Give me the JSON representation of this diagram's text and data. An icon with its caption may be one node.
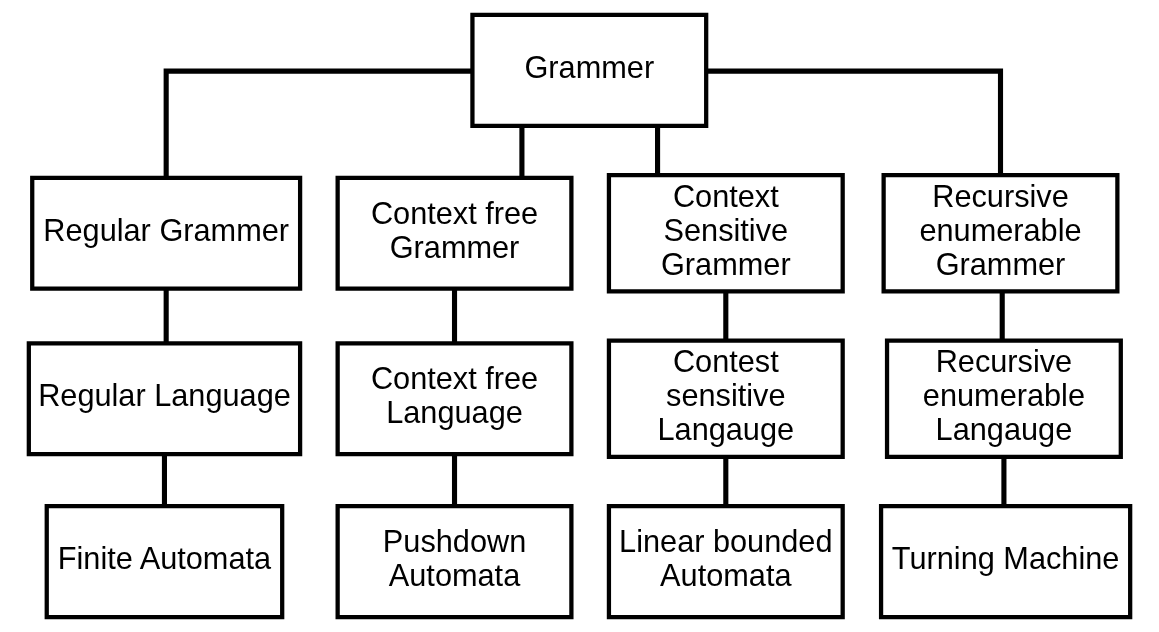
{
  "diagram": {
    "nodes": [
      {
        "text": [
          "Grammer"
        ]
      },
      {
        "text": [
          "Regular Grammer"
        ]
      },
      {
        "text": [
          "Context free Grammer"
        ]
      },
      {
        "text": [
          "Context Sensitive Grammer"
        ]
      },
      {
        "text": [
          "Recursive enumerable Grammer"
        ]
      },
      {
        "text": [
          "Regular Language"
        ]
      },
      {
        "text": [
          "Context free Language"
        ]
      },
      {
        "text": [
          "Contest sensitive Langauge"
        ]
      },
      {
        "text": [
          "Recursive enumerable Langauge"
        ]
      },
      {
        "text": [
          "Finite Automata"
        ]
      },
      {
        "text": [
          "Pushdown Automata"
        ]
      },
      {
        "text": [
          "Linear bounded Automata"
        ]
      },
      {
        "text": [
          "Turning Machine"
        ]
      }
    ],
    "edges": [
      {
        "from": 0,
        "to": 1,
        "arrow": "none"
      },
      {
        "from": 0,
        "to": 2,
        "arrow": "none"
      },
      {
        "from": 0,
        "to": 3,
        "arrow": "none"
      },
      {
        "from": 0,
        "to": 4,
        "arrow": "none"
      },
      {
        "from": 1,
        "to": 5,
        "arrow": "none"
      },
      {
        "from": 2,
        "to": 6,
        "arrow": "none"
      },
      {
        "from": 3,
        "to": 7,
        "arrow": "none"
      },
      {
        "from": 4,
        "to": 8,
        "arrow": "none"
      },
      {
        "from": 5,
        "to": 9,
        "arrow": "none"
      },
      {
        "from": 6,
        "to": 10,
        "arrow": "none"
      },
      {
        "from": 7,
        "to": 11,
        "arrow": "none"
      },
      {
        "from": 8,
        "to": 12,
        "arrow": "none"
      }
    ]
  }
}
